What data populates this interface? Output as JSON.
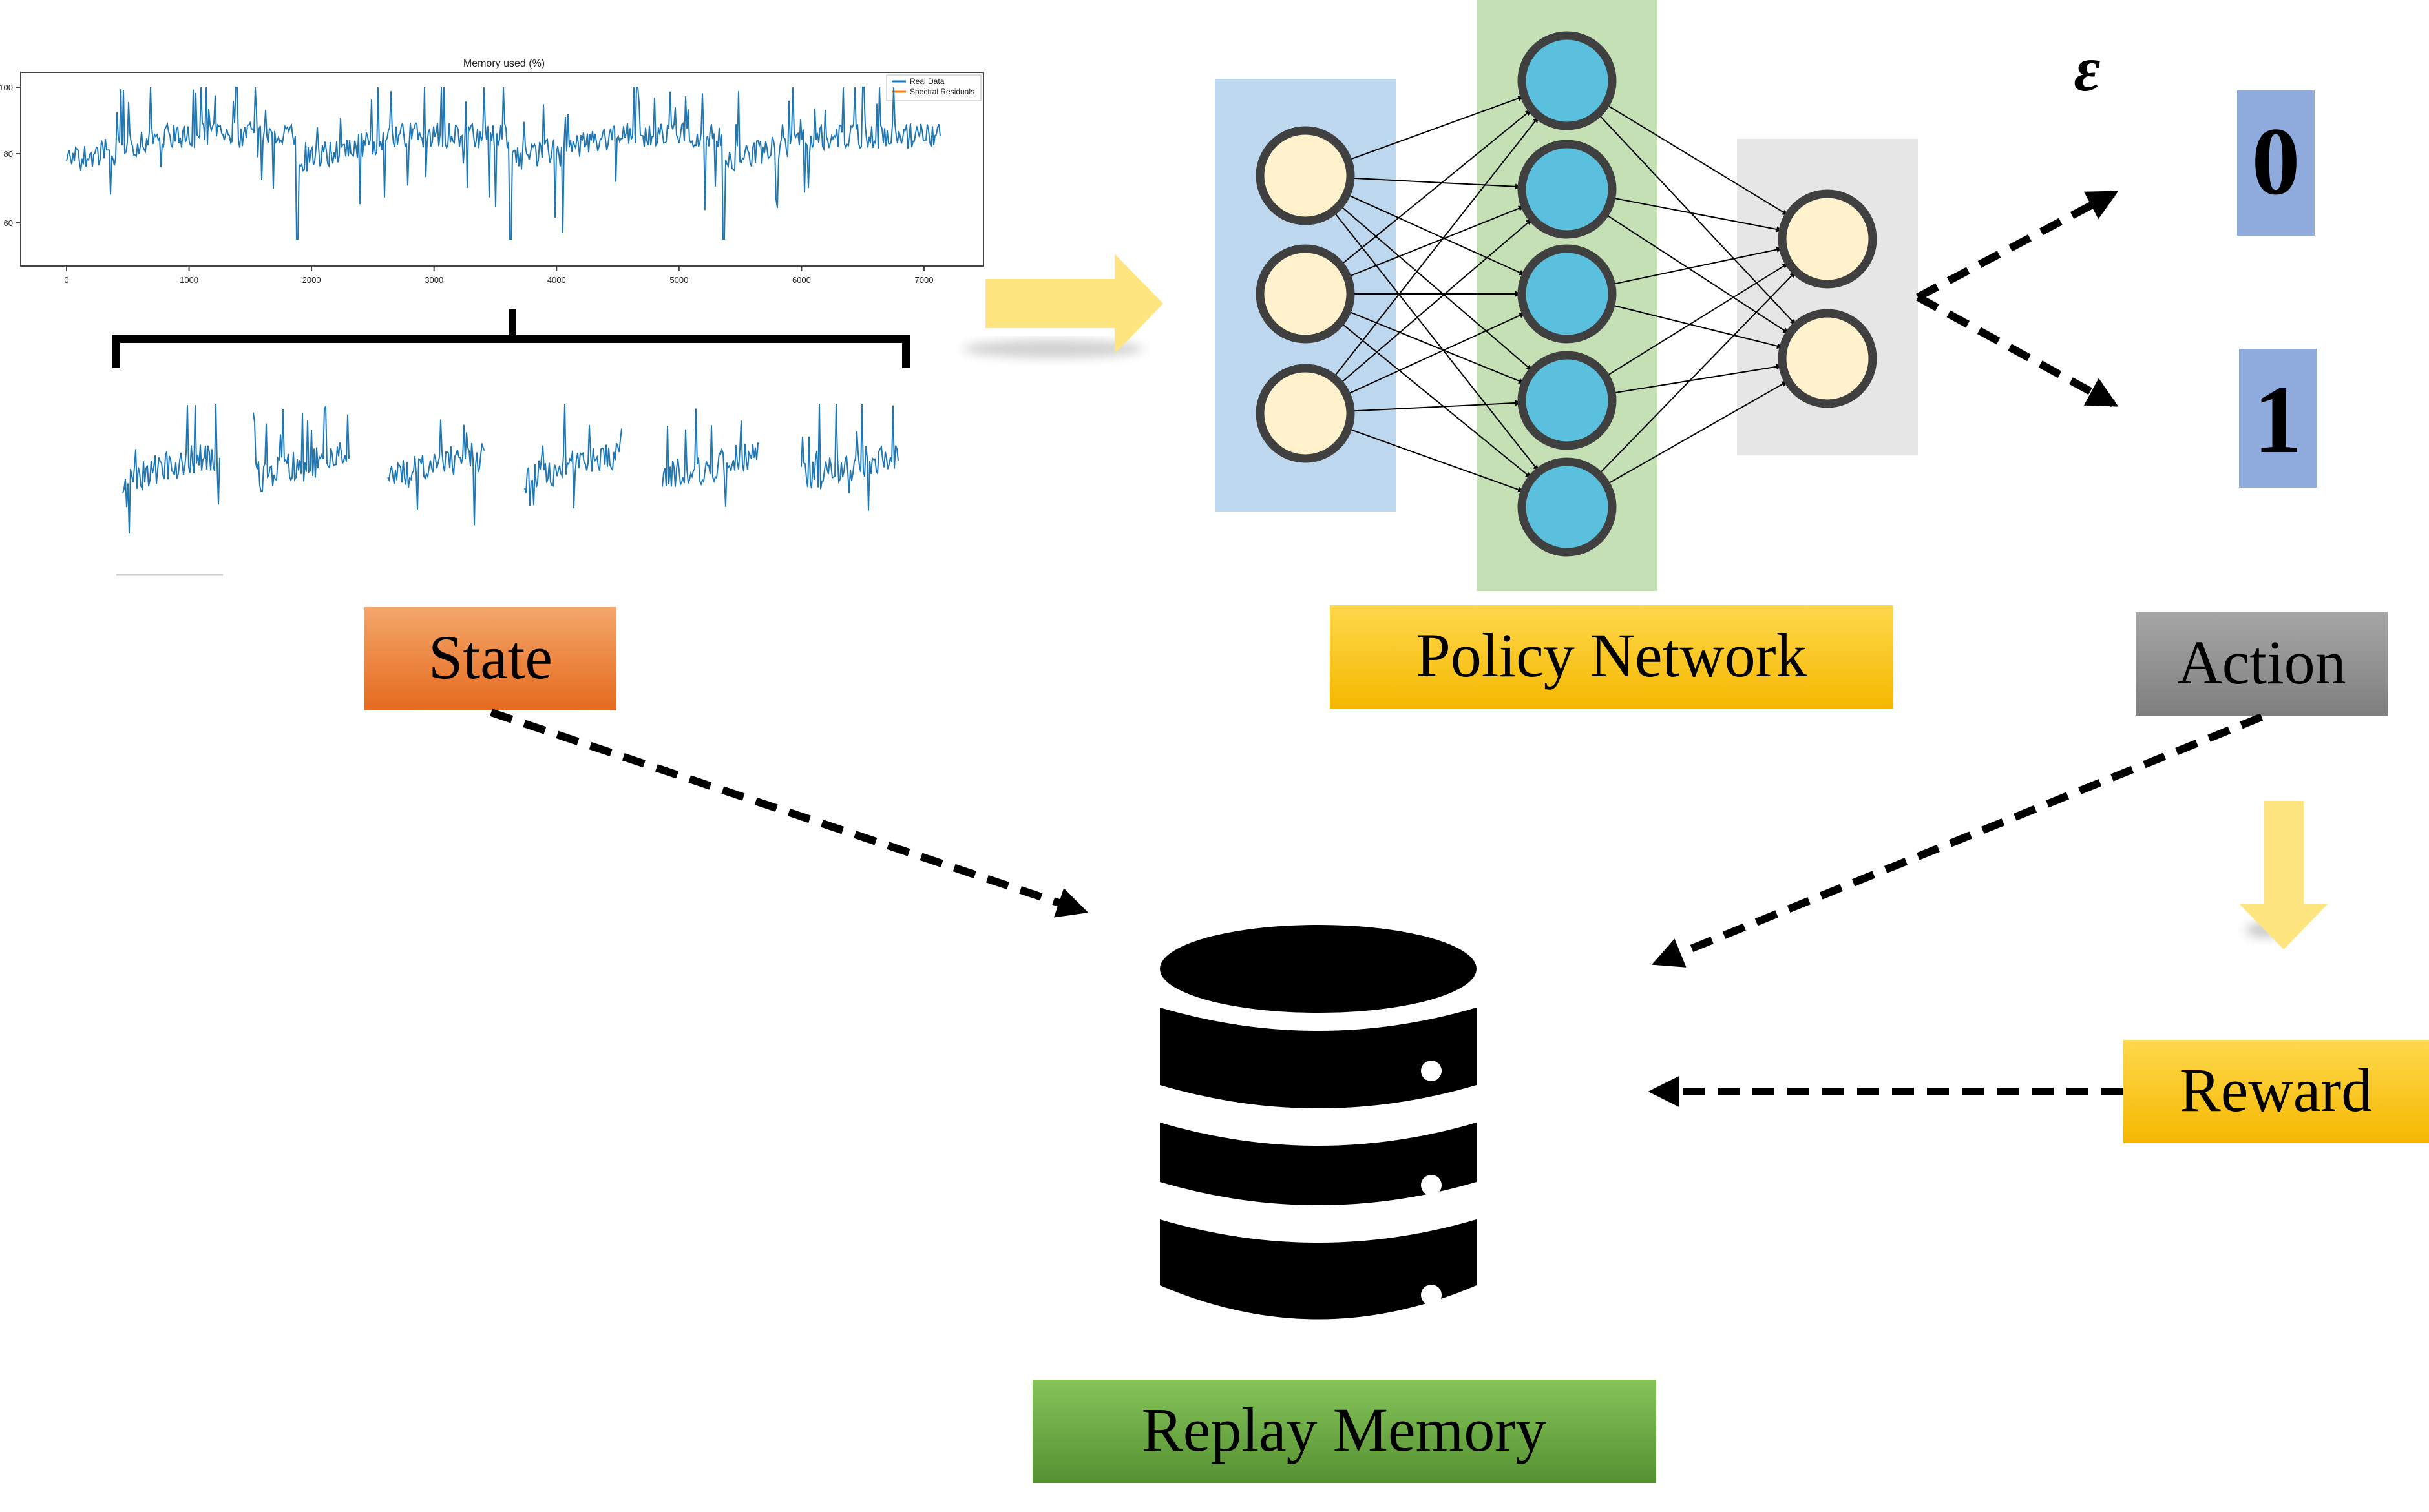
{
  "labels": {
    "state": "State",
    "policy_network": "Policy Network",
    "action": "Action",
    "reward": "Reward",
    "replay_memory": "Replay Memory",
    "epsilon": "ε",
    "action_zero": "0",
    "action_one": "1"
  },
  "time_series_chart": {
    "title": "Memory used  (%)",
    "legend": [
      "Real Data",
      "Spectral Residuals"
    ],
    "x_ticks": [
      "0",
      "1000",
      "2000",
      "3000",
      "4000",
      "5000",
      "6000",
      "7000"
    ],
    "y_ticks": [
      "100",
      "80",
      "60"
    ]
  },
  "neural_net": {
    "layers": [
      {
        "name": "input",
        "nodes": 3
      },
      {
        "name": "hidden",
        "nodes": 5
      },
      {
        "name": "output",
        "nodes": 2
      }
    ]
  },
  "colors": {
    "state_box": "#EE7A36",
    "policy_box": "#FFC000",
    "action_box": "#8C8C8C",
    "reward_box": "#FFC000",
    "replay_box": "#6AAA3E",
    "input_layer_bg": "#BDD7EE",
    "hidden_layer_bg": "#C5E0B4",
    "output_layer_bg": "#E7E6E6",
    "input_node": "#FFF2CC",
    "hidden_node": "#5BC0DE",
    "action_tile": "#8FAADC",
    "flow_arrow": "#FFE57F",
    "series_line": "#1F77B4"
  }
}
